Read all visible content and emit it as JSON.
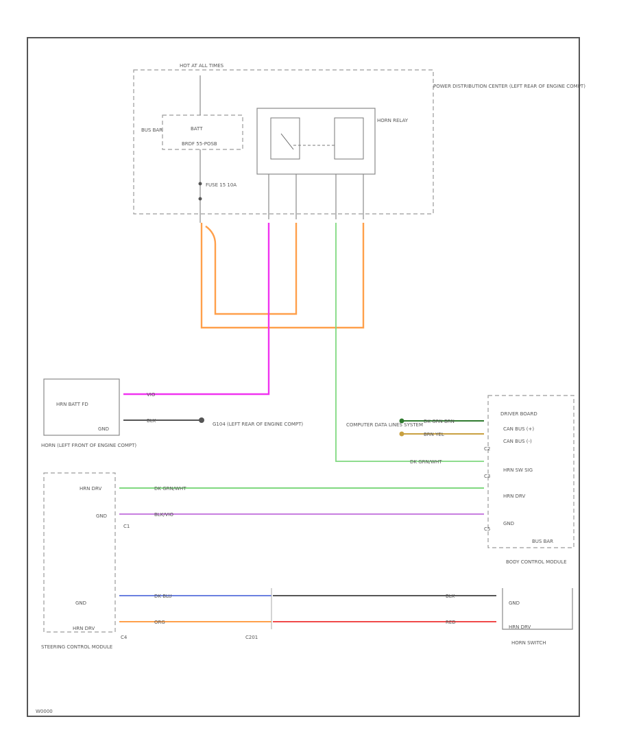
{
  "colors": {
    "orange": "#ff9f4a",
    "pink": "#f033f0",
    "green": "#7fd87f",
    "violet": "#c77ddf",
    "blue": "#6a7fe0",
    "red": "#f04848",
    "black": "#555555",
    "gold": "#c8a040",
    "darkgreen": "#2f7a2f"
  },
  "labels": {
    "hot_at_all_times": "HOT AT ALL TIMES",
    "bus_bar": "BUS BAR",
    "batt": "BATT",
    "batt_sub": "BRDF 55-POSB",
    "fuse": "FUSE 15 10A",
    "pdc": "POWER DISTRIBUTION CENTER (LEFT REAR OF ENGINE COMPT)",
    "horn_relay": "HORN RELAY",
    "horn_batt_pin": "HRN BATT FD",
    "horn_gnd": "GND",
    "horn_name": "HORN (LEFT FRONT OF ENGINE COMPT)",
    "ground_ref": "G104 (LEFT REAR OF ENGINE COMPT)",
    "computer_data_lines": "COMPUTER DATA LINES SYSTEM",
    "bcm_header": "DRIVER BOARD",
    "can_bus_h": "CAN BUS (+)",
    "can_bus_l": "CAN BUS (-)",
    "hrn_sw_sig": "HRN SW SIG",
    "hrn_drv": "HRN DRV",
    "gnd": "GND",
    "bcm_bus_bar": "BUS BAR",
    "bcm_name": "BODY CONTROL MODULE",
    "scm_gnd": "GND",
    "scm_hrn_drv": "HRN DRV",
    "scm_name": "STEERING CONTROL MODULE",
    "c201": "C201",
    "horn_switch": "HORN SWITCH",
    "hs_gnd": "GND",
    "hs_hrn_drv": "HRN DRV",
    "c1": "C1",
    "c2": "C2",
    "c3": "C3",
    "c4": "C4",
    "c5": "C5",
    "wire_horn_batt": "VIO",
    "wire_horn_gnd": "BLK",
    "wire_can_h": "DK GRN BRN",
    "wire_can_l": "BRN YEL",
    "wire_hrn_sw": "DK GRN/WHT",
    "wire_hrn_drv": "DK GRN/WHT",
    "wire_gnd_bcm": "BLK/VIO",
    "wire_scm_gnd": "DK BLU",
    "wire_scm_drv": "ORG",
    "wire_hs_gnd": "BLK",
    "wire_hs_drv": "RED",
    "footer": "W0000"
  }
}
